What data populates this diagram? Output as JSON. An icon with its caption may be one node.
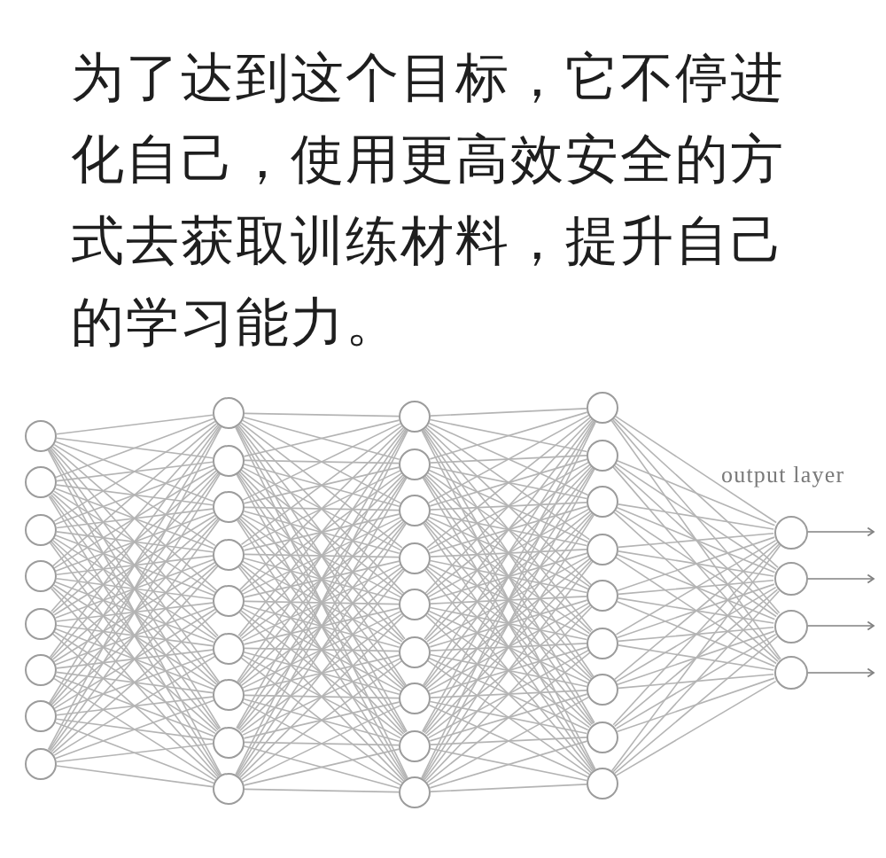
{
  "diagram": {
    "nodes": [
      {
        "text": [],
        "shape": "circle"
      },
      {
        "text": [],
        "shape": "circle"
      },
      {
        "text": [],
        "shape": "circle"
      },
      {
        "text": [],
        "shape": "circle"
      },
      {
        "text": [],
        "shape": "circle"
      },
      {
        "text": [],
        "shape": "circle"
      },
      {
        "text": [],
        "shape": "circle"
      },
      {
        "text": [],
        "shape": "circle"
      },
      {
        "text": [],
        "shape": "circle"
      },
      {
        "text": [],
        "shape": "circle"
      },
      {
        "text": [],
        "shape": "circle"
      },
      {
        "text": [],
        "shape": "circle"
      },
      {
        "text": [],
        "shape": "circle"
      },
      {
        "text": [],
        "shape": "circle"
      },
      {
        "text": [],
        "shape": "circle"
      },
      {
        "text": [],
        "shape": "circle"
      },
      {
        "text": [],
        "shape": "circle"
      },
      {
        "text": [],
        "shape": "circle"
      },
      {
        "text": [],
        "shape": "circle"
      },
      {
        "text": [],
        "shape": "circle"
      },
      {
        "text": [],
        "shape": "circle"
      },
      {
        "text": [],
        "shape": "circle"
      },
      {
        "text": [],
        "shape": "circle"
      },
      {
        "text": [],
        "shape": "circle"
      },
      {
        "text": [],
        "shape": "circle"
      },
      {
        "text": [],
        "shape": "circle"
      },
      {
        "text": [],
        "shape": "circle"
      },
      {
        "text": [],
        "shape": "circle"
      },
      {
        "text": [],
        "shape": "circle"
      },
      {
        "text": [],
        "shape": "circle"
      },
      {
        "text": [],
        "shape": "circle"
      },
      {
        "text": [],
        "shape": "circle"
      },
      {
        "text": [],
        "shape": "circle"
      },
      {
        "text": [],
        "shape": "circle"
      },
      {
        "text": [],
        "shape": "circle"
      },
      {
        "text": [],
        "shape": "circle"
      },
      {
        "text": [],
        "shape": "circle"
      },
      {
        "text": [],
        "shape": "circle"
      },
      {
        "text": [],
        "shape": "circle"
      }
    ],
    "edges": [
      {
        "from": 0,
        "to": 8,
        "arrow": "none"
      },
      {
        "from": 0,
        "to": 9,
        "arrow": "none"
      },
      {
        "from": 0,
        "to": 10,
        "arrow": "none"
      },
      {
        "from": 0,
        "to": 11,
        "arrow": "none"
      },
      {
        "from": 0,
        "to": 12,
        "arrow": "none"
      },
      {
        "from": 0,
        "to": 13,
        "arrow": "none"
      },
      {
        "from": 0,
        "to": 14,
        "arrow": "none"
      },
      {
        "from": 0,
        "to": 15,
        "arrow": "none"
      },
      {
        "from": 0,
        "to": 16,
        "arrow": "none"
      },
      {
        "from": 1,
        "to": 8,
        "arrow": "none"
      },
      {
        "from": 1,
        "to": 9,
        "arrow": "none"
      },
      {
        "from": 1,
        "to": 10,
        "arrow": "none"
      },
      {
        "from": 1,
        "to": 11,
        "arrow": "none"
      },
      {
        "from": 1,
        "to": 12,
        "arrow": "none"
      },
      {
        "from": 1,
        "to": 13,
        "arrow": "none"
      },
      {
        "from": 1,
        "to": 14,
        "arrow": "none"
      },
      {
        "from": 1,
        "to": 15,
        "arrow": "none"
      },
      {
        "from": 1,
        "to": 16,
        "arrow": "none"
      },
      {
        "from": 2,
        "to": 8,
        "arrow": "none"
      },
      {
        "from": 2,
        "to": 9,
        "arrow": "none"
      },
      {
        "from": 2,
        "to": 10,
        "arrow": "none"
      },
      {
        "from": 2,
        "to": 11,
        "arrow": "none"
      },
      {
        "from": 2,
        "to": 12,
        "arrow": "none"
      },
      {
        "from": 2,
        "to": 13,
        "arrow": "none"
      },
      {
        "from": 2,
        "to": 14,
        "arrow": "none"
      },
      {
        "from": 2,
        "to": 15,
        "arrow": "none"
      },
      {
        "from": 2,
        "to": 16,
        "arrow": "none"
      },
      {
        "from": 3,
        "to": 8,
        "arrow": "none"
      },
      {
        "from": 3,
        "to": 9,
        "arrow": "none"
      },
      {
        "from": 3,
        "to": 10,
        "arrow": "none"
      },
      {
        "from": 3,
        "to": 11,
        "arrow": "none"
      },
      {
        "from": 3,
        "to": 12,
        "arrow": "none"
      },
      {
        "from": 3,
        "to": 13,
        "arrow": "none"
      },
      {
        "from": 3,
        "to": 14,
        "arrow": "none"
      },
      {
        "from": 3,
        "to": 15,
        "arrow": "none"
      },
      {
        "from": 3,
        "to": 16,
        "arrow": "none"
      },
      {
        "from": 4,
        "to": 8,
        "arrow": "none"
      },
      {
        "from": 4,
        "to": 9,
        "arrow": "none"
      },
      {
        "from": 4,
        "to": 10,
        "arrow": "none"
      },
      {
        "from": 4,
        "to": 11,
        "arrow": "none"
      },
      {
        "from": 4,
        "to": 12,
        "arrow": "none"
      },
      {
        "from": 4,
        "to": 13,
        "arrow": "none"
      },
      {
        "from": 4,
        "to": 14,
        "arrow": "none"
      },
      {
        "from": 4,
        "to": 15,
        "arrow": "none"
      },
      {
        "from": 4,
        "to": 16,
        "arrow": "none"
      },
      {
        "from": 5,
        "to": 8,
        "arrow": "none"
      },
      {
        "from": 5,
        "to": 9,
        "arrow": "none"
      },
      {
        "from": 5,
        "to": 10,
        "arrow": "none"
      },
      {
        "from": 5,
        "to": 11,
        "arrow": "none"
      },
      {
        "from": 5,
        "to": 12,
        "arrow": "none"
      },
      {
        "from": 5,
        "to": 13,
        "arrow": "none"
      },
      {
        "from": 5,
        "to": 14,
        "arrow": "none"
      },
      {
        "from": 5,
        "to": 15,
        "arrow": "none"
      },
      {
        "from": 5,
        "to": 16,
        "arrow": "none"
      },
      {
        "from": 6,
        "to": 8,
        "arrow": "none"
      },
      {
        "from": 6,
        "to": 9,
        "arrow": "none"
      },
      {
        "from": 6,
        "to": 10,
        "arrow": "none"
      },
      {
        "from": 6,
        "to": 11,
        "arrow": "none"
      },
      {
        "from": 6,
        "to": 12,
        "arrow": "none"
      },
      {
        "from": 6,
        "to": 13,
        "arrow": "none"
      },
      {
        "from": 6,
        "to": 14,
        "arrow": "none"
      },
      {
        "from": 6,
        "to": 15,
        "arrow": "none"
      },
      {
        "from": 6,
        "to": 16,
        "arrow": "none"
      },
      {
        "from": 7,
        "to": 8,
        "arrow": "none"
      },
      {
        "from": 7,
        "to": 9,
        "arrow": "none"
      },
      {
        "from": 7,
        "to": 10,
        "arrow": "none"
      },
      {
        "from": 7,
        "to": 11,
        "arrow": "none"
      },
      {
        "from": 7,
        "to": 12,
        "arrow": "none"
      },
      {
        "from": 7,
        "to": 13,
        "arrow": "none"
      },
      {
        "from": 7,
        "to": 14,
        "arrow": "none"
      },
      {
        "from": 7,
        "to": 15,
        "arrow": "none"
      },
      {
        "from": 7,
        "to": 16,
        "arrow": "none"
      },
      {
        "from": 8,
        "to": 17,
        "arrow": "none"
      },
      {
        "from": 8,
        "to": 18,
        "arrow": "none"
      },
      {
        "from": 8,
        "to": 19,
        "arrow": "none"
      },
      {
        "from": 8,
        "to": 20,
        "arrow": "none"
      },
      {
        "from": 8,
        "to": 21,
        "arrow": "none"
      },
      {
        "from": 8,
        "to": 22,
        "arrow": "none"
      },
      {
        "from": 8,
        "to": 23,
        "arrow": "none"
      },
      {
        "from": 8,
        "to": 24,
        "arrow": "none"
      },
      {
        "from": 8,
        "to": 25,
        "arrow": "none"
      },
      {
        "from": 9,
        "to": 17,
        "arrow": "none"
      },
      {
        "from": 9,
        "to": 18,
        "arrow": "none"
      },
      {
        "from": 9,
        "to": 19,
        "arrow": "none"
      },
      {
        "from": 9,
        "to": 20,
        "arrow": "none"
      },
      {
        "from": 9,
        "to": 21,
        "arrow": "none"
      },
      {
        "from": 9,
        "to": 22,
        "arrow": "none"
      },
      {
        "from": 9,
        "to": 23,
        "arrow": "none"
      },
      {
        "from": 9,
        "to": 24,
        "arrow": "none"
      },
      {
        "from": 9,
        "to": 25,
        "arrow": "none"
      },
      {
        "from": 10,
        "to": 17,
        "arrow": "none"
      },
      {
        "from": 10,
        "to": 18,
        "arrow": "none"
      },
      {
        "from": 10,
        "to": 19,
        "arrow": "none"
      },
      {
        "from": 10,
        "to": 20,
        "arrow": "none"
      },
      {
        "from": 10,
        "to": 21,
        "arrow": "none"
      },
      {
        "from": 10,
        "to": 22,
        "arrow": "none"
      },
      {
        "from": 10,
        "to": 23,
        "arrow": "none"
      },
      {
        "from": 10,
        "to": 24,
        "arrow": "none"
      },
      {
        "from": 10,
        "to": 25,
        "arrow": "none"
      },
      {
        "from": 11,
        "to": 17,
        "arrow": "none"
      },
      {
        "from": 11,
        "to": 18,
        "arrow": "none"
      },
      {
        "from": 11,
        "to": 19,
        "arrow": "none"
      },
      {
        "from": 11,
        "to": 20,
        "arrow": "none"
      },
      {
        "from": 11,
        "to": 21,
        "arrow": "none"
      },
      {
        "from": 11,
        "to": 22,
        "arrow": "none"
      },
      {
        "from": 11,
        "to": 23,
        "arrow": "none"
      },
      {
        "from": 11,
        "to": 24,
        "arrow": "none"
      },
      {
        "from": 11,
        "to": 25,
        "arrow": "none"
      },
      {
        "from": 12,
        "to": 17,
        "arrow": "none"
      },
      {
        "from": 12,
        "to": 18,
        "arrow": "none"
      },
      {
        "from": 12,
        "to": 19,
        "arrow": "none"
      },
      {
        "from": 12,
        "to": 20,
        "arrow": "none"
      },
      {
        "from": 12,
        "to": 21,
        "arrow": "none"
      },
      {
        "from": 12,
        "to": 22,
        "arrow": "none"
      },
      {
        "from": 12,
        "to": 23,
        "arrow": "none"
      },
      {
        "from": 12,
        "to": 24,
        "arrow": "none"
      },
      {
        "from": 12,
        "to": 25,
        "arrow": "none"
      },
      {
        "from": 13,
        "to": 17,
        "arrow": "none"
      },
      {
        "from": 13,
        "to": 18,
        "arrow": "none"
      },
      {
        "from": 13,
        "to": 19,
        "arrow": "none"
      },
      {
        "from": 13,
        "to": 20,
        "arrow": "none"
      },
      {
        "from": 13,
        "to": 21,
        "arrow": "none"
      },
      {
        "from": 13,
        "to": 22,
        "arrow": "none"
      },
      {
        "from": 13,
        "to": 23,
        "arrow": "none"
      },
      {
        "from": 13,
        "to": 24,
        "arrow": "none"
      },
      {
        "from": 13,
        "to": 25,
        "arrow": "none"
      },
      {
        "from": 14,
        "to": 17,
        "arrow": "none"
      },
      {
        "from": 14,
        "to": 18,
        "arrow": "none"
      },
      {
        "from": 14,
        "to": 19,
        "arrow": "none"
      },
      {
        "from": 14,
        "to": 20,
        "arrow": "none"
      },
      {
        "from": 14,
        "to": 21,
        "arrow": "none"
      },
      {
        "from": 14,
        "to": 22,
        "arrow": "none"
      },
      {
        "from": 14,
        "to": 23,
        "arrow": "none"
      },
      {
        "from": 14,
        "to": 24,
        "arrow": "none"
      },
      {
        "from": 14,
        "to": 25,
        "arrow": "none"
      },
      {
        "from": 15,
        "to": 17,
        "arrow": "none"
      },
      {
        "from": 15,
        "to": 18,
        "arrow": "none"
      },
      {
        "from": 15,
        "to": 19,
        "arrow": "none"
      },
      {
        "from": 15,
        "to": 20,
        "arrow": "none"
      },
      {
        "from": 15,
        "to": 21,
        "arrow": "none"
      },
      {
        "from": 15,
        "to": 22,
        "arrow": "none"
      },
      {
        "from": 15,
        "to": 23,
        "arrow": "none"
      },
      {
        "from": 15,
        "to": 24,
        "arrow": "none"
      },
      {
        "from": 15,
        "to": 25,
        "arrow": "none"
      },
      {
        "from": 16,
        "to": 17,
        "arrow": "none"
      },
      {
        "from": 16,
        "to": 18,
        "arrow": "none"
      },
      {
        "from": 16,
        "to": 19,
        "arrow": "none"
      },
      {
        "from": 16,
        "to": 20,
        "arrow": "none"
      },
      {
        "from": 16,
        "to": 21,
        "arrow": "none"
      },
      {
        "from": 16,
        "to": 22,
        "arrow": "none"
      },
      {
        "from": 16,
        "to": 23,
        "arrow": "none"
      },
      {
        "from": 16,
        "to": 24,
        "arrow": "none"
      },
      {
        "from": 16,
        "to": 25,
        "arrow": "none"
      },
      {
        "from": 17,
        "to": 26,
        "arrow": "none"
      },
      {
        "from": 17,
        "to": 27,
        "arrow": "none"
      },
      {
        "from": 17,
        "to": 28,
        "arrow": "none"
      },
      {
        "from": 17,
        "to": 29,
        "arrow": "none"
      },
      {
        "from": 17,
        "to": 30,
        "arrow": "none"
      },
      {
        "from": 17,
        "to": 31,
        "arrow": "none"
      },
      {
        "from": 17,
        "to": 32,
        "arrow": "none"
      },
      {
        "from": 17,
        "to": 33,
        "arrow": "none"
      },
      {
        "from": 17,
        "to": 34,
        "arrow": "none"
      },
      {
        "from": 18,
        "to": 26,
        "arrow": "none"
      },
      {
        "from": 18,
        "to": 27,
        "arrow": "none"
      },
      {
        "from": 18,
        "to": 28,
        "arrow": "none"
      },
      {
        "from": 18,
        "to": 29,
        "arrow": "none"
      },
      {
        "from": 18,
        "to": 30,
        "arrow": "none"
      },
      {
        "from": 18,
        "to": 31,
        "arrow": "none"
      },
      {
        "from": 18,
        "to": 32,
        "arrow": "none"
      },
      {
        "from": 18,
        "to": 33,
        "arrow": "none"
      },
      {
        "from": 18,
        "to": 34,
        "arrow": "none"
      },
      {
        "from": 19,
        "to": 26,
        "arrow": "none"
      },
      {
        "from": 19,
        "to": 27,
        "arrow": "none"
      },
      {
        "from": 19,
        "to": 28,
        "arrow": "none"
      },
      {
        "from": 19,
        "to": 29,
        "arrow": "none"
      },
      {
        "from": 19,
        "to": 30,
        "arrow": "none"
      },
      {
        "from": 19,
        "to": 31,
        "arrow": "none"
      },
      {
        "from": 19,
        "to": 32,
        "arrow": "none"
      },
      {
        "from": 19,
        "to": 33,
        "arrow": "none"
      },
      {
        "from": 19,
        "to": 34,
        "arrow": "none"
      },
      {
        "from": 20,
        "to": 26,
        "arrow": "none"
      },
      {
        "from": 20,
        "to": 27,
        "arrow": "none"
      },
      {
        "from": 20,
        "to": 28,
        "arrow": "none"
      },
      {
        "from": 20,
        "to": 29,
        "arrow": "none"
      },
      {
        "from": 20,
        "to": 30,
        "arrow": "none"
      },
      {
        "from": 20,
        "to": 31,
        "arrow": "none"
      },
      {
        "from": 20,
        "to": 32,
        "arrow": "none"
      },
      {
        "from": 20,
        "to": 33,
        "arrow": "none"
      },
      {
        "from": 20,
        "to": 34,
        "arrow": "none"
      },
      {
        "from": 21,
        "to": 26,
        "arrow": "none"
      },
      {
        "from": 21,
        "to": 27,
        "arrow": "none"
      },
      {
        "from": 21,
        "to": 28,
        "arrow": "none"
      },
      {
        "from": 21,
        "to": 29,
        "arrow": "none"
      },
      {
        "from": 21,
        "to": 30,
        "arrow": "none"
      },
      {
        "from": 21,
        "to": 31,
        "arrow": "none"
      },
      {
        "from": 21,
        "to": 32,
        "arrow": "none"
      },
      {
        "from": 21,
        "to": 33,
        "arrow": "none"
      },
      {
        "from": 21,
        "to": 34,
        "arrow": "none"
      },
      {
        "from": 22,
        "to": 26,
        "arrow": "none"
      },
      {
        "from": 22,
        "to": 27,
        "arrow": "none"
      },
      {
        "from": 22,
        "to": 28,
        "arrow": "none"
      },
      {
        "from": 22,
        "to": 29,
        "arrow": "none"
      },
      {
        "from": 22,
        "to": 30,
        "arrow": "none"
      },
      {
        "from": 22,
        "to": 31,
        "arrow": "none"
      },
      {
        "from": 22,
        "to": 32,
        "arrow": "none"
      },
      {
        "from": 22,
        "to": 33,
        "arrow": "none"
      },
      {
        "from": 22,
        "to": 34,
        "arrow": "none"
      },
      {
        "from": 23,
        "to": 26,
        "arrow": "none"
      },
      {
        "from": 23,
        "to": 27,
        "arrow": "none"
      },
      {
        "from": 23,
        "to": 28,
        "arrow": "none"
      },
      {
        "from": 23,
        "to": 29,
        "arrow": "none"
      },
      {
        "from": 23,
        "to": 30,
        "arrow": "none"
      },
      {
        "from": 23,
        "to": 31,
        "arrow": "none"
      },
      {
        "from": 23,
        "to": 32,
        "arrow": "none"
      },
      {
        "from": 23,
        "to": 33,
        "arrow": "none"
      },
      {
        "from": 23,
        "to": 34,
        "arrow": "none"
      },
      {
        "from": 24,
        "to": 26,
        "arrow": "none"
      },
      {
        "from": 24,
        "to": 27,
        "arrow": "none"
      },
      {
        "from": 24,
        "to": 28,
        "arrow": "none"
      },
      {
        "from": 24,
        "to": 29,
        "arrow": "none"
      },
      {
        "from": 24,
        "to": 30,
        "arrow": "none"
      },
      {
        "from": 24,
        "to": 31,
        "arrow": "none"
      },
      {
        "from": 24,
        "to": 32,
        "arrow": "none"
      },
      {
        "from": 24,
        "to": 33,
        "arrow": "none"
      },
      {
        "from": 24,
        "to": 34,
        "arrow": "none"
      },
      {
        "from": 25,
        "to": 26,
        "arrow": "none"
      },
      {
        "from": 25,
        "to": 27,
        "arrow": "none"
      },
      {
        "from": 25,
        "to": 28,
        "arrow": "none"
      },
      {
        "from": 25,
        "to": 29,
        "arrow": "none"
      },
      {
        "from": 25,
        "to": 30,
        "arrow": "none"
      },
      {
        "from": 25,
        "to": 31,
        "arrow": "none"
      },
      {
        "from": 25,
        "to": 32,
        "arrow": "none"
      },
      {
        "from": 25,
        "to": 33,
        "arrow": "none"
      },
      {
        "from": 25,
        "to": 34,
        "arrow": "none"
      },
      {
        "from": 26,
        "to": 35,
        "arrow": "none"
      },
      {
        "from": 26,
        "to": 36,
        "arrow": "none"
      },
      {
        "from": 26,
        "to": 37,
        "arrow": "none"
      },
      {
        "from": 26,
        "to": 38,
        "arrow": "none"
      },
      {
        "from": 27,
        "to": 35,
        "arrow": "none"
      },
      {
        "from": 27,
        "to": 36,
        "arrow": "none"
      },
      {
        "from": 27,
        "to": 37,
        "arrow": "none"
      },
      {
        "from": 27,
        "to": 38,
        "arrow": "none"
      },
      {
        "from": 28,
        "to": 35,
        "arrow": "none"
      },
      {
        "from": 28,
        "to": 36,
        "arrow": "none"
      },
      {
        "from": 28,
        "to": 37,
        "arrow": "none"
      },
      {
        "from": 28,
        "to": 38,
        "arrow": "none"
      },
      {
        "from": 29,
        "to": 35,
        "arrow": "none"
      },
      {
        "from": 29,
        "to": 36,
        "arrow": "none"
      },
      {
        "from": 29,
        "to": 37,
        "arrow": "none"
      },
      {
        "from": 29,
        "to": 38,
        "arrow": "none"
      },
      {
        "from": 30,
        "to": 35,
        "arrow": "none"
      },
      {
        "from": 30,
        "to": 36,
        "arrow": "none"
      },
      {
        "from": 30,
        "to": 37,
        "arrow": "none"
      },
      {
        "from": 30,
        "to": 38,
        "arrow": "none"
      },
      {
        "from": 31,
        "to": 35,
        "arrow": "none"
      },
      {
        "from": 31,
        "to": 36,
        "arrow": "none"
      },
      {
        "from": 31,
        "to": 37,
        "arrow": "none"
      },
      {
        "from": 31,
        "to": 38,
        "arrow": "none"
      },
      {
        "from": 32,
        "to": 35,
        "arrow": "none"
      },
      {
        "from": 32,
        "to": 36,
        "arrow": "none"
      },
      {
        "from": 32,
        "to": 37,
        "arrow": "none"
      },
      {
        "from": 32,
        "to": 38,
        "arrow": "none"
      },
      {
        "from": 33,
        "to": 35,
        "arrow": "none"
      },
      {
        "from": 33,
        "to": 36,
        "arrow": "none"
      },
      {
        "from": 33,
        "to": 37,
        "arrow": "none"
      },
      {
        "from": 33,
        "to": 38,
        "arrow": "none"
      },
      {
        "from": 34,
        "to": 35,
        "arrow": "none"
      },
      {
        "from": 34,
        "to": 36,
        "arrow": "none"
      },
      {
        "from": 34,
        "to": 37,
        "arrow": "none"
      },
      {
        "from": 34,
        "to": 38,
        "arrow": "none"
      },
      {
        "from": 35,
        "to": null,
        "arrow": "to"
      },
      {
        "from": 36,
        "to": null,
        "arrow": "to"
      },
      {
        "from": 37,
        "to": null,
        "arrow": "to"
      },
      {
        "from": 38,
        "to": null,
        "arrow": "to"
      }
    ],
    "labels": [
      "为了达到这个目标，它不停进化自己，使用更高效安全的方式去获取训练材料，提升自己的学习能力。",
      "output layer"
    ]
  }
}
